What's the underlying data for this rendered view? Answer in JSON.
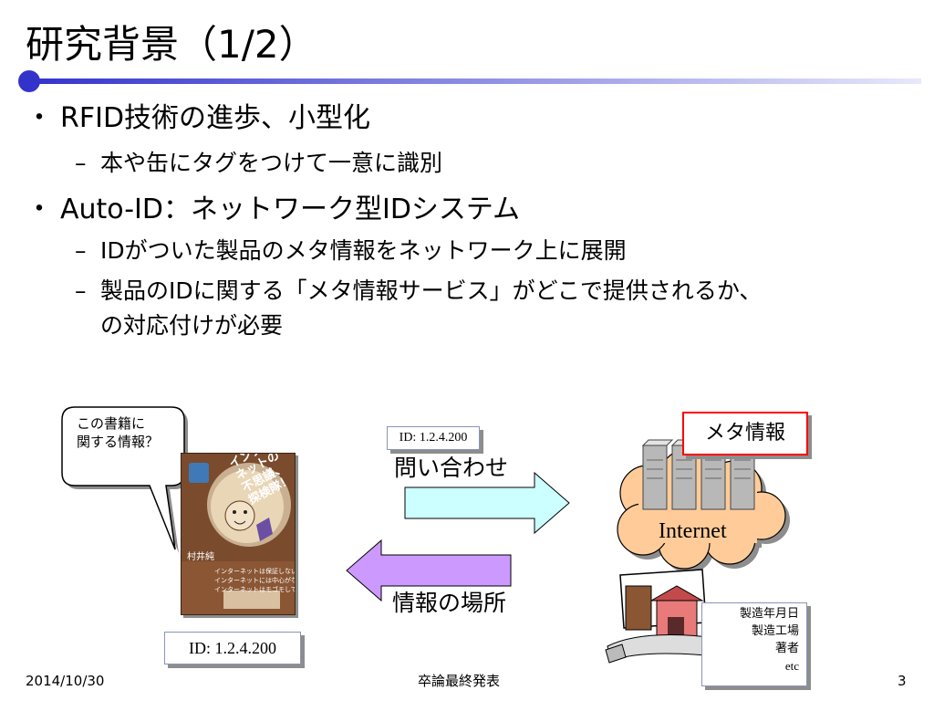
{
  "title": "研究背景（1/2）",
  "bullets": [
    {
      "marker": "・",
      "text": "RFID技術の進歩、小型化",
      "subs": [
        {
          "marker": "–",
          "text": "本や缶にタグをつけて一意に識別"
        }
      ]
    },
    {
      "marker": "・",
      "text": "Auto-ID：ネットワーク型IDシステム",
      "subs": [
        {
          "marker": "–",
          "text": "IDがついた製品のメタ情報をネットワーク上に展開"
        },
        {
          "marker": "–",
          "line1": "製品のIDに関する「メタ情報サービス」がどこで提供されるか、",
          "line2": "の対応付けが必要"
        }
      ]
    }
  ],
  "diagram": {
    "speech_line1": "この書籍に",
    "speech_line2": "関する情報？",
    "book": {
      "title": "インターネットの不思議、探検隊！",
      "author": "村井純",
      "blurb1": "インターネットは保証しない!",
      "blurb2": "インターネットには中心がない!",
      "blurb3": "インターネットはモゴモしてる!"
    },
    "book_id": "ID: 1.2.4.200",
    "query_id": "ID: 1.2.4.200",
    "query_label": "問い合わせ",
    "reply_label": "情報の場所",
    "meta_label": "メタ情報",
    "cloud_label": "Internet",
    "meta_items": [
      "製造年月日",
      "製造工場",
      "著者",
      "etc"
    ],
    "colors": {
      "query_arrow": "#ccffff",
      "reply_arrow": "#cc99ff",
      "meta_border": "#ff0000",
      "cloud": "#ffcc99",
      "title_rule": "#3333cc"
    }
  },
  "footer": {
    "date": "2014/10/30",
    "center": "卒論最終発表",
    "page": "3"
  }
}
